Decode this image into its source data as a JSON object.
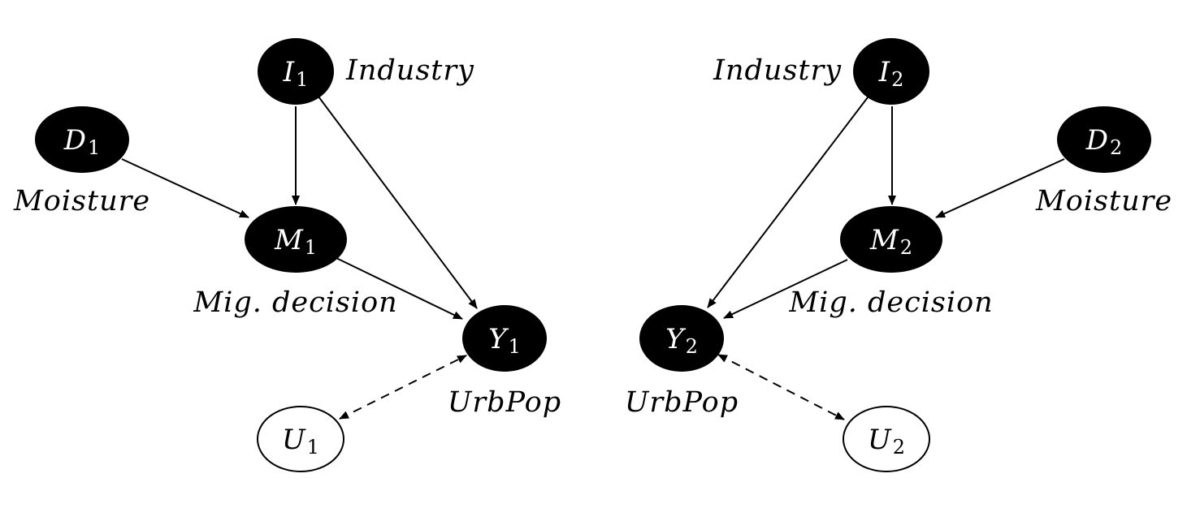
{
  "nodes": {
    "D1": {
      "letter": "D",
      "sub": "1"
    },
    "I1": {
      "letter": "I",
      "sub": "1"
    },
    "M1": {
      "letter": "M",
      "sub": "1"
    },
    "Y1": {
      "letter": "Y",
      "sub": "1"
    },
    "U1": {
      "letter": "U",
      "sub": "1"
    },
    "I2": {
      "letter": "I",
      "sub": "2"
    },
    "D2": {
      "letter": "D",
      "sub": "2"
    },
    "M2": {
      "letter": "M",
      "sub": "2"
    },
    "Y2": {
      "letter": "Y",
      "sub": "2"
    },
    "U2": {
      "letter": "U",
      "sub": "2"
    }
  },
  "labels": {
    "industry_1": "Industry",
    "moisture_1": "Moisture",
    "mig_decision_1": "Mig. decision",
    "urbpop_1": "UrbPop",
    "industry_2": "Industry",
    "moisture_2": "Moisture",
    "mig_decision_2": "Mig. decision",
    "urbpop_2": "UrbPop"
  },
  "edges": [
    {
      "from": "D1",
      "to": "M1",
      "style": "directed"
    },
    {
      "from": "I1",
      "to": "M1",
      "style": "directed"
    },
    {
      "from": "I1",
      "to": "Y1",
      "style": "directed"
    },
    {
      "from": "M1",
      "to": "Y1",
      "style": "directed"
    },
    {
      "from": "U1",
      "to": "Y1",
      "style": "bidirected-dashed"
    },
    {
      "from": "I2",
      "to": "M2",
      "style": "directed"
    },
    {
      "from": "I2",
      "to": "Y2",
      "style": "directed"
    },
    {
      "from": "D2",
      "to": "M2",
      "style": "directed"
    },
    {
      "from": "M2",
      "to": "Y2",
      "style": "directed"
    },
    {
      "from": "Y2",
      "to": "U2",
      "style": "bidirected-dashed"
    }
  ],
  "colors": {
    "observed_fill": "#000000",
    "latent_fill": "#ffffff",
    "stroke": "#000000"
  }
}
